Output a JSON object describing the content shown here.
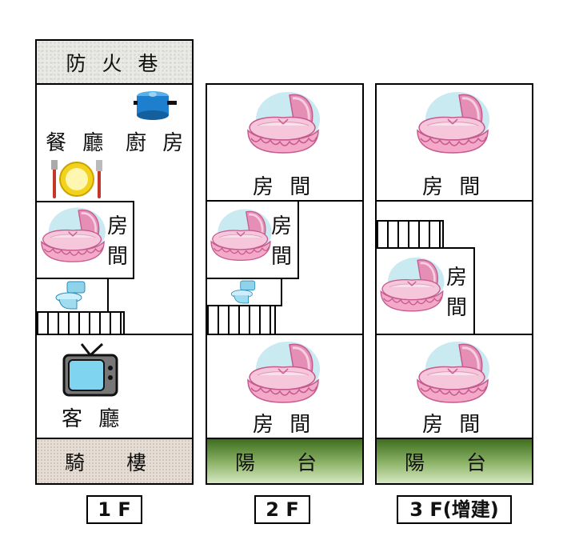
{
  "floor1": {
    "fire_lane": "防 火 巷",
    "dining": "餐 廳",
    "kitchen": "廚 房",
    "room_char1": "房",
    "room_char2": "間",
    "living": "客 廳",
    "arcade": "騎 樓",
    "label": "1 F"
  },
  "floor2": {
    "room_top": "房 間",
    "room_char1": "房",
    "room_char2": "間",
    "room_bottom": "房 間",
    "balcony": "陽 台",
    "label": "2 F"
  },
  "floor3": {
    "room_top": "房 間",
    "room_char1": "房",
    "room_char2": "間",
    "room_bottom": "房 間",
    "balcony": "陽 台",
    "label": "3 F(增建)"
  },
  "icons": [
    "cooking-pot-icon",
    "plate-cutlery-icon",
    "cradle-icon",
    "toilet-icon",
    "tv-icon"
  ]
}
